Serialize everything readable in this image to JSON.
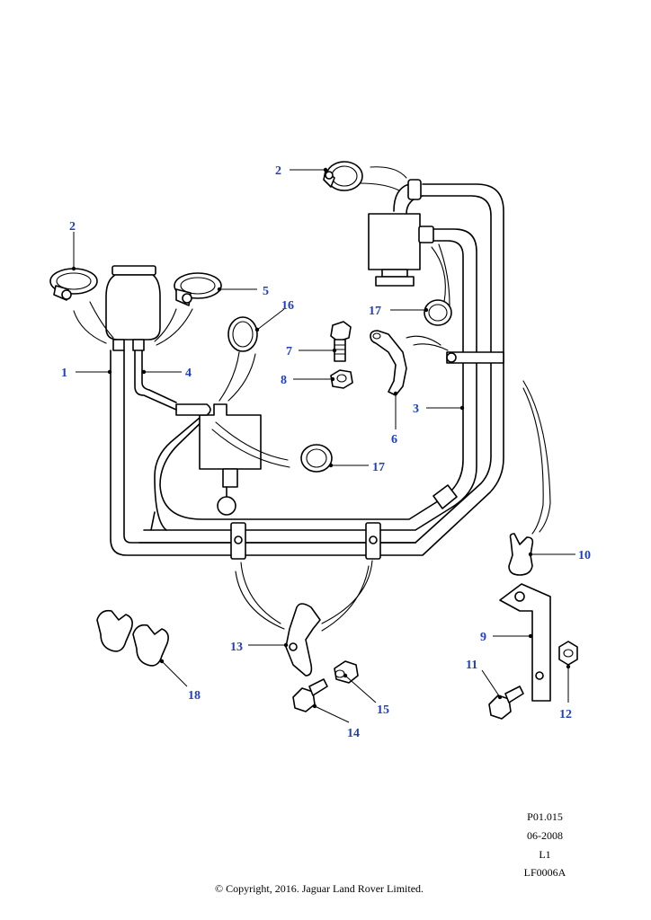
{
  "callouts": [
    {
      "label": "1"
    },
    {
      "label": "2"
    },
    {
      "label": "2"
    },
    {
      "label": "3"
    },
    {
      "label": "4"
    },
    {
      "label": "5"
    },
    {
      "label": "6"
    },
    {
      "label": "7"
    },
    {
      "label": "8"
    },
    {
      "label": "9"
    },
    {
      "label": "10"
    },
    {
      "label": "11"
    },
    {
      "label": "12"
    },
    {
      "label": "13"
    },
    {
      "label": "14"
    },
    {
      "label": "15"
    },
    {
      "label": "16"
    },
    {
      "label": "17"
    },
    {
      "label": "17"
    },
    {
      "label": "18"
    }
  ],
  "meta": {
    "ref": "P01.015",
    "date": "06-2008",
    "level": "L1",
    "code": "LF0006A"
  },
  "copyright": "© Copyright, 2016. Jaguar Land Rover Limited.",
  "colors": {
    "callout": "#1f3fbf",
    "line": "#000000",
    "background": "#ffffff"
  }
}
